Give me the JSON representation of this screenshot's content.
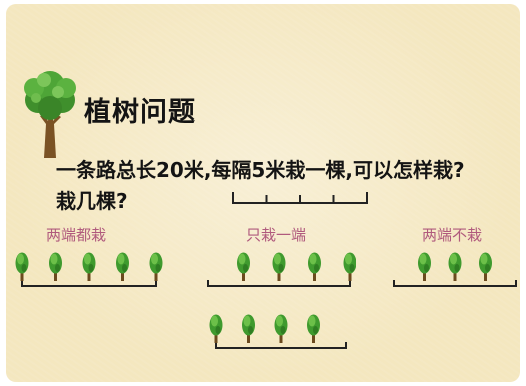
{
  "slide": {
    "title": "植树问题",
    "question_line1": "一条路总长20米,每隔5米栽一棵,可以怎样栽?",
    "question_line2": "栽几棵?",
    "categories": {
      "both_ends": "两端都栽",
      "one_end": "只栽一端",
      "neither_end": "两端不栽"
    }
  },
  "diagrams": {
    "both_ends_tree_count": 5,
    "one_end_tree_count": 4,
    "neither_end_tree_count": 3,
    "one_end_alt_tree_count": 4,
    "ruler_segments": 4
  },
  "colors": {
    "background": "#f4e7bf",
    "text": "#141414",
    "category_text": "#b05a7d",
    "tree_green": "#3f9a2e",
    "trunk": "#6b4a1e"
  },
  "icons": [
    "big-tree-icon",
    "small-tree-icon"
  ]
}
